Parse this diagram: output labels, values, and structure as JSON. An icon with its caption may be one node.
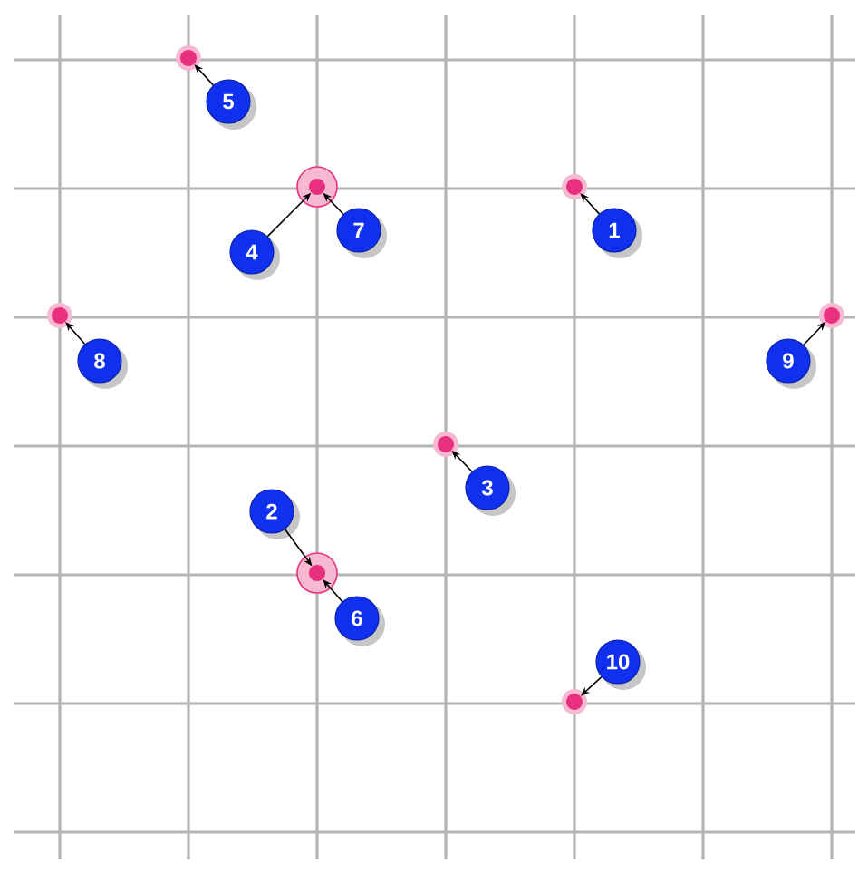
{
  "diagram": {
    "nodes": [
      {
        "text": [
          "1"
        ]
      },
      {
        "text": [
          "2"
        ]
      },
      {
        "text": [
          "3"
        ]
      },
      {
        "text": [
          "4"
        ]
      },
      {
        "text": [
          "5"
        ]
      },
      {
        "text": [
          "6"
        ]
      },
      {
        "text": [
          "7"
        ]
      },
      {
        "text": [
          "8"
        ]
      },
      {
        "text": [
          "9"
        ]
      },
      {
        "text": [
          "10"
        ]
      },
      {
        "text": [],
        "shape": "circle"
      },
      {
        "text": [],
        "shape": "circle"
      },
      {
        "text": [],
        "shape": "circle"
      },
      {
        "text": [],
        "shape": "circle"
      },
      {
        "text": [],
        "shape": "circle"
      },
      {
        "text": [],
        "shape": "circle"
      },
      {
        "text": [],
        "shape": "circle"
      },
      {
        "text": [],
        "shape": "circle"
      }
    ],
    "edges": [
      {
        "from": 0,
        "to": 13,
        "arrow": "to"
      },
      {
        "from": 1,
        "to": 16,
        "arrow": "to"
      },
      {
        "from": 2,
        "to": 15,
        "arrow": "to"
      },
      {
        "from": 3,
        "to": 12,
        "arrow": "to"
      },
      {
        "from": 4,
        "to": 10,
        "arrow": "to"
      },
      {
        "from": 5,
        "to": 16,
        "arrow": "to"
      },
      {
        "from": 6,
        "to": 12,
        "arrow": "to"
      },
      {
        "from": 7,
        "to": 11,
        "arrow": "to"
      },
      {
        "from": 8,
        "to": 14,
        "arrow": "to"
      },
      {
        "from": 9,
        "to": 17,
        "arrow": "to"
      }
    ]
  }
}
